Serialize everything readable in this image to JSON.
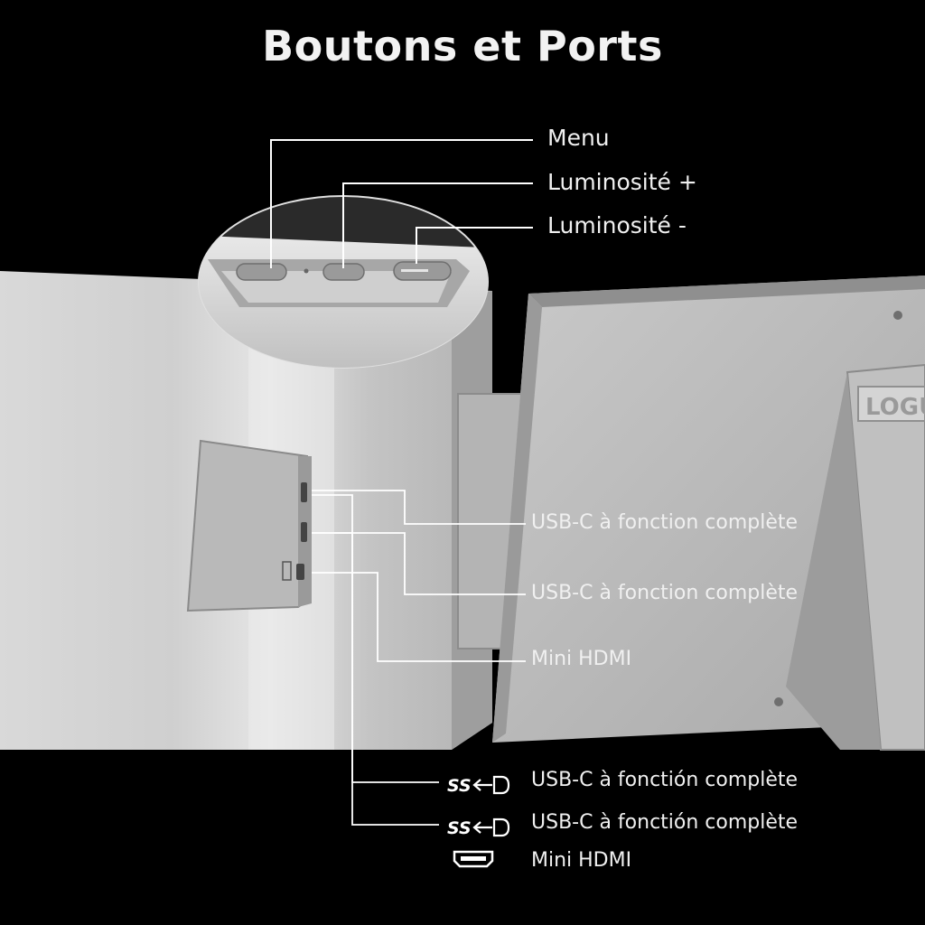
{
  "title": "Boutons et Ports",
  "buttons": [
    {
      "label": "Menu"
    },
    {
      "label": "Luminosité +"
    },
    {
      "label": "Luminosité -"
    }
  ],
  "ports": [
    {
      "label": "USB-C à fonction complète"
    },
    {
      "label": "USB-C à fonction complète"
    },
    {
      "label": "Mini HDMI"
    }
  ],
  "legend": [
    {
      "icon": "superspeed-usb-icon",
      "symbol": "SS",
      "label": "USB-C à fonctión complète"
    },
    {
      "icon": "superspeed-usb-icon",
      "symbol": "SS",
      "label": "USB-C à fonctión complète"
    },
    {
      "icon": "mini-hdmi-port-icon",
      "label": "Mini HDMI"
    }
  ],
  "brand_logo_text": "LOGU",
  "colors": {
    "background": "#000000",
    "device_silver": "#bdbdbd",
    "leader_line": "#ffffff",
    "text": "#f0f0f0"
  }
}
